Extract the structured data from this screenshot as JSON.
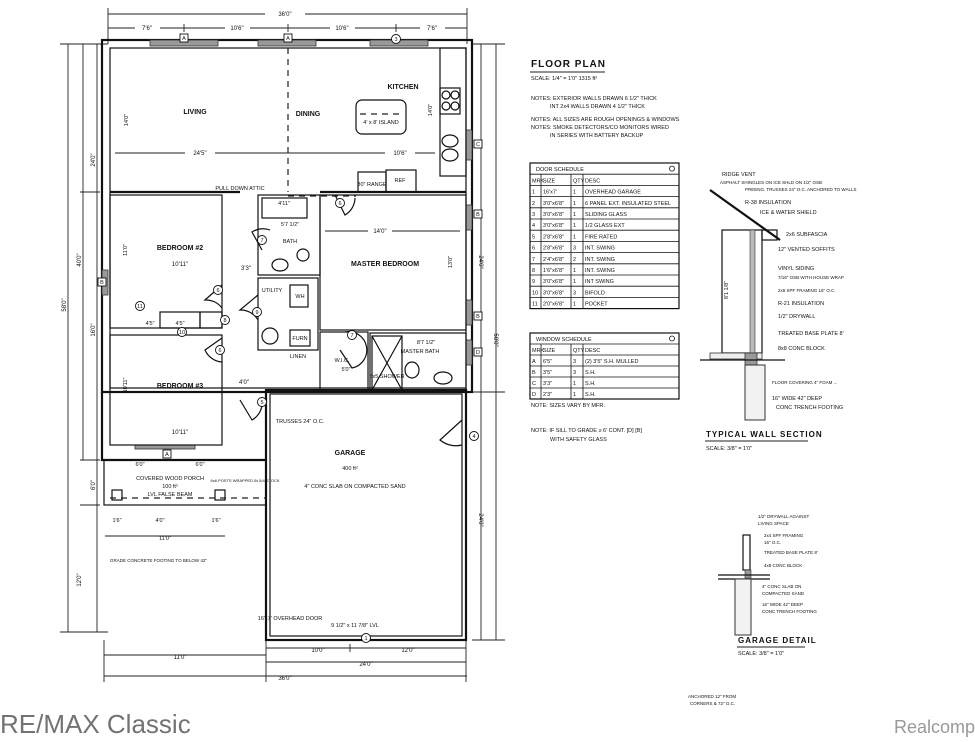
{
  "floor_plan": {
    "rooms": {
      "living": "LIVING",
      "dining": "DINING",
      "kitchen": "KITCHEN",
      "island": "4' x 8' ISLAND",
      "bedroom2": "BEDROOM #2",
      "bedroom3": "BEDROOM #3",
      "bath": "BATH",
      "utility": "UTILITY",
      "furn": "FURN",
      "wh": "WH",
      "master": "MASTER BEDROOM",
      "wic": "W.I.C.",
      "master_bath": "MASTER BATH",
      "shower": "5x5 SHOWER",
      "linen": "LINEN",
      "garage": "GARAGE",
      "garage_area": "400 ft²",
      "garage_slab": "4\" CONC SLAB ON COMPACTED SAND",
      "porch": "COVERED WOOD PORCH",
      "porch_area": "100 ft²",
      "porch_beam": "LVL FALSE BEAM",
      "porch_posts": "6x6 POSTS WRAPPED IN 5/4 STOCK",
      "porch_footing": "GRADE CONCRETE FOOTING TO BELOW 42\"",
      "ref": "REF",
      "range": "30\" RANGE",
      "trusses": "TRUSSES 24\" O.C.",
      "garage_door": "16'x7' OVERHEAD DOOR",
      "garage_header": "9 1/2\" x 11 7/8\" LVL",
      "attic": "PULL DOWN ATTIC"
    },
    "dimensions": {
      "overall_width": "36'0\"",
      "top_segments": [
        "7'6\"",
        "10'6\"",
        "10'6\"",
        "7'6\""
      ],
      "living_width": "24'5\"",
      "kitchen_width": "10'6\"",
      "living_depth": "14'0\"",
      "kitchen_depth": "14'0\"",
      "left_overall": "58'0\"",
      "left_house": "40'0\"",
      "left_upper": "24'0\"",
      "left_lower": "16'0\"",
      "porch_depth": "6'0\"",
      "garage_left": "12'0\"",
      "right_overall": "58'0\"",
      "right_house": "24'0\"",
      "right_garage": "24'0\"",
      "bed2_width": "10'11\"",
      "bed2_depth": "11'0\"",
      "bed3_width": "10'11\"",
      "bed3_depth": "10'11\"",
      "hall": "3'3\"",
      "hall2": "4'0\"",
      "tub": "4'11\"",
      "bath_w": "5'7 1/2\"",
      "master_w": "14'0\"",
      "master_d": "13'0\"",
      "wic_w": "5'0\"",
      "mbath_w": "8'7 1/2\"",
      "closet1": "4'5\"",
      "closet2": "4'5\"",
      "porch_a": "6'0\"",
      "porch_b": "6'0\"",
      "porch_c": "4'0\"",
      "porch_d": "1'6\"",
      "porch_e": "1'6\"",
      "porch_total": "11'0\"",
      "bottom_left": "11'0\"",
      "bottom_g1": "10'0\"",
      "bottom_g2": "12'0\"",
      "bottom_garage": "24'0\"",
      "bottom_overall": "36'0\""
    },
    "tags": {
      "win_a": "A",
      "win_b": "B",
      "win_c": "C",
      "win_d": "D",
      "d1": "1",
      "d2": "2",
      "d3": "3",
      "d4": "4",
      "d5": "5",
      "d6": "6",
      "d7": "7",
      "d8": "8",
      "d9": "9",
      "d10": "10",
      "d11": "11"
    }
  },
  "notes": {
    "title": "FLOOR PLAN",
    "scale": "SCALE: 1/4\" = 1'0\"   1315 ft²",
    "note1a": "NOTES: EXTERIOR WALLS DRAWN 6 1/2\" THICK",
    "note1b": "INT 2x4 WALLS DRAWN 4 1/2\" THICK",
    "note2a": "NOTES: ALL SIZES ARE ROUGH OPENINGS & WINDOWS",
    "note2b": "NOTES: SMOKE DETECTORS/CO MONITORS WIRED",
    "note2c": "IN SERIES WITH BATTERY BACKUP"
  },
  "door_schedule": {
    "title": "DOOR SCHEDULE",
    "headers": [
      "MRK",
      "SIZE",
      "QTY",
      "DESC"
    ],
    "rows": [
      [
        "1",
        "16'x7'",
        "1",
        "OVERHEAD GARAGE"
      ],
      [
        "2",
        "3'0\"x6'8\"",
        "1",
        "6 PANEL EXT. INSULATED STEEL"
      ],
      [
        "3",
        "3'0\"x6'8\"",
        "1",
        "SLIDING GLASS"
      ],
      [
        "4",
        "3'0\"x6'8\"",
        "1",
        "1/2 GLASS EXT"
      ],
      [
        "5",
        "2'8\"x6'8\"",
        "1",
        "FIRE RATED"
      ],
      [
        "6",
        "2'8\"x6'8\"",
        "3",
        "INT. SWING"
      ],
      [
        "7",
        "2'4\"x6'8\"",
        "2",
        "INT. SWING"
      ],
      [
        "8",
        "1'6\"x6'8\"",
        "1",
        "INT. SWING"
      ],
      [
        "9",
        "3'0\"x6'8\"",
        "1",
        "INT SWING"
      ],
      [
        "10",
        "3'0\"x6'8\"",
        "3",
        "BIFOLD"
      ],
      [
        "11",
        "2'0\"x6'8\"",
        "1",
        "POCKET"
      ]
    ]
  },
  "window_schedule": {
    "title": "WINDOW SCHEDULE",
    "headers": [
      "MRK",
      "SIZE",
      "QTY",
      "DESC"
    ],
    "rows": [
      [
        "A",
        "6'5\"",
        "3",
        "(2) 3'5\" S.H. MULLED"
      ],
      [
        "B",
        "3'5\"",
        "3",
        "S.H."
      ],
      [
        "C",
        "3'3\"",
        "1",
        "S.H."
      ],
      [
        "D",
        "2'3\"",
        "1",
        "S.H."
      ]
    ],
    "note": "NOTE: SIZES VARY BY MFR.",
    "note2": "NOTE: IF SILL TO GRADE ≥ 6' CONT. [D] [B]",
    "note3": "WITH SAFETY GLASS"
  },
  "wall_section": {
    "title": "TYPICAL WALL SECTION",
    "scale": "SCALE: 3/8\" = 1'0\"",
    "height": "8'1 1/8\"",
    "labels": [
      "RIDGE VENT",
      "ASPHALT SHINGLES ON ICE SHLD ON 1/2\" OSB",
      "PREENG. TRUSSES 24\" O.C. ANCHORED TO WALLS",
      "R-38 INSULATION",
      "ICE & WATER SHIELD",
      "2x6 SUBFASCIA",
      "12\" VENTED SOFFITS",
      "VINYL SIDING",
      "7/16\" OSB WITH HOUSE WRAP",
      "2x6 SPF FRAMING 16\" O.C.",
      "R-21 INSULATION",
      "1/2\" DRYWALL",
      "TREATED BASE PLATE 8'",
      "8x8 CONC BLOCK",
      "FLOOR COVERING 4\" FOAM ...",
      "16\" WIDE 42\" DEEP",
      "CONC TRENCH FOOTING"
    ]
  },
  "garage_detail": {
    "title": "GARAGE DETAIL",
    "scale": "SCALE: 3/8\" = 1'0\"",
    "labels": [
      "1/2\" DRYWALL AGAINST",
      "LIVING SPACE",
      "2x4 SPF FRAMING",
      "16\" O.C.",
      "TREATED BASE PLATE 8'",
      "4x8 CONC BLOCK",
      "4\" CONC SLAB ON",
      "COMPACTED SAND",
      "16\" WIDE 42\" DEEP",
      "CONC TRENCH FOOTING"
    ],
    "anchor_note1": "ANCHORED 12\" FROM",
    "anchor_note2": "CORNERS & 72\" O.C."
  },
  "watermarks": {
    "brand": "RE/MAX Classic",
    "source": "Realcomp"
  }
}
